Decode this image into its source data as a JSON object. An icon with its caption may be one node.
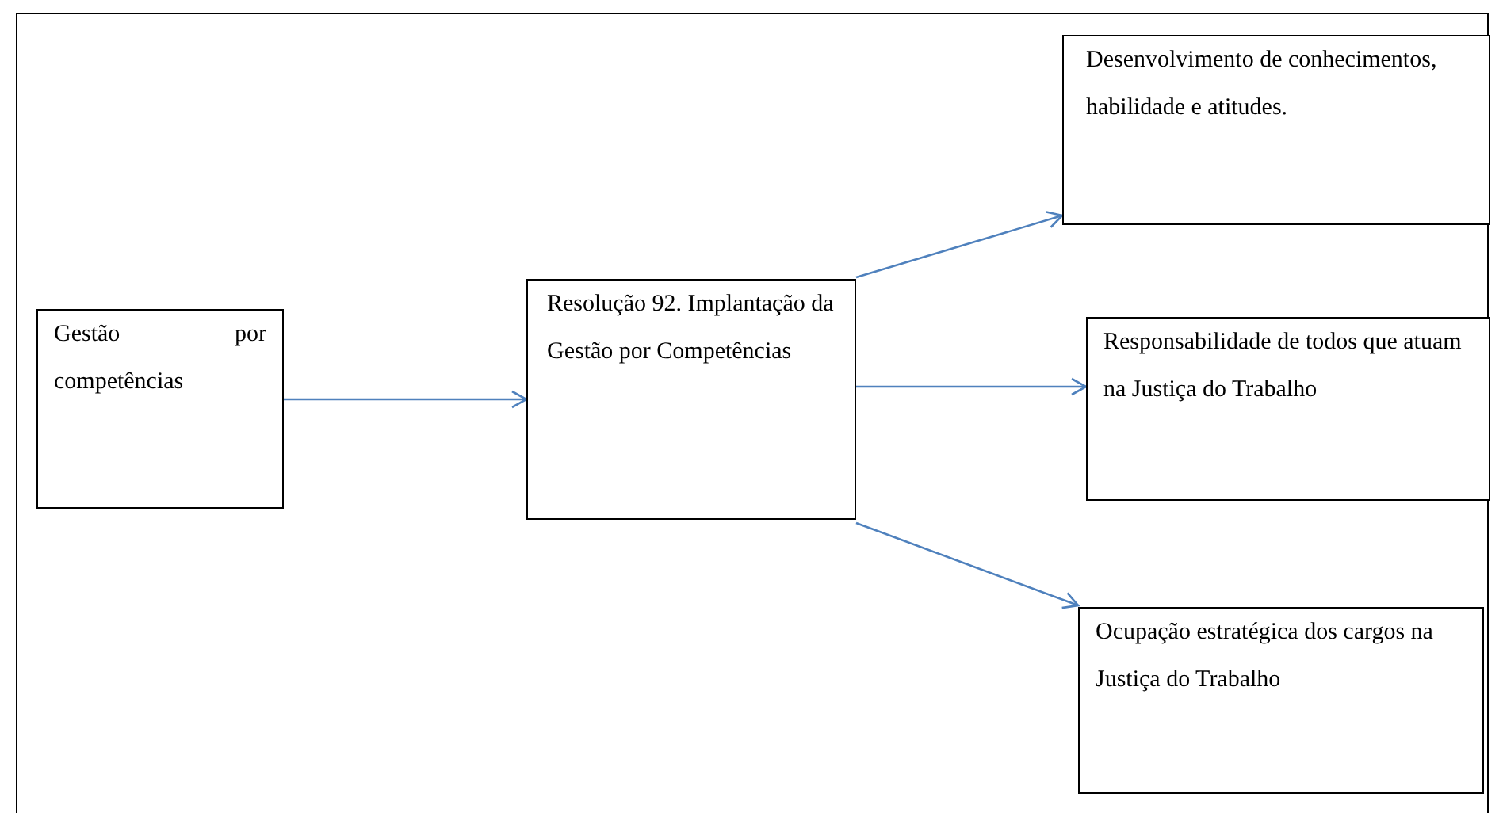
{
  "diagram": {
    "nodes": [
      {
        "text": [
          "Gestão por competências"
        ]
      },
      {
        "text": [
          "Resolução 92. Implantação da Gestão por Competências"
        ]
      },
      {
        "text": [
          "Desenvolvimento de conhecimentos, habilidade e atitudes."
        ]
      },
      {
        "text": [
          "Responsabilidade de todos que atuam na Justiça do Trabalho"
        ]
      },
      {
        "text": [
          "Ocupação estratégica dos cargos na Justiça do Trabalho"
        ]
      }
    ],
    "edges": [
      {
        "from": 0,
        "to": 1,
        "arrow": "to"
      },
      {
        "from": 1,
        "to": 2,
        "arrow": "to"
      },
      {
        "from": 1,
        "to": 3,
        "arrow": "to"
      },
      {
        "from": 1,
        "to": 4,
        "arrow": "to"
      }
    ]
  }
}
